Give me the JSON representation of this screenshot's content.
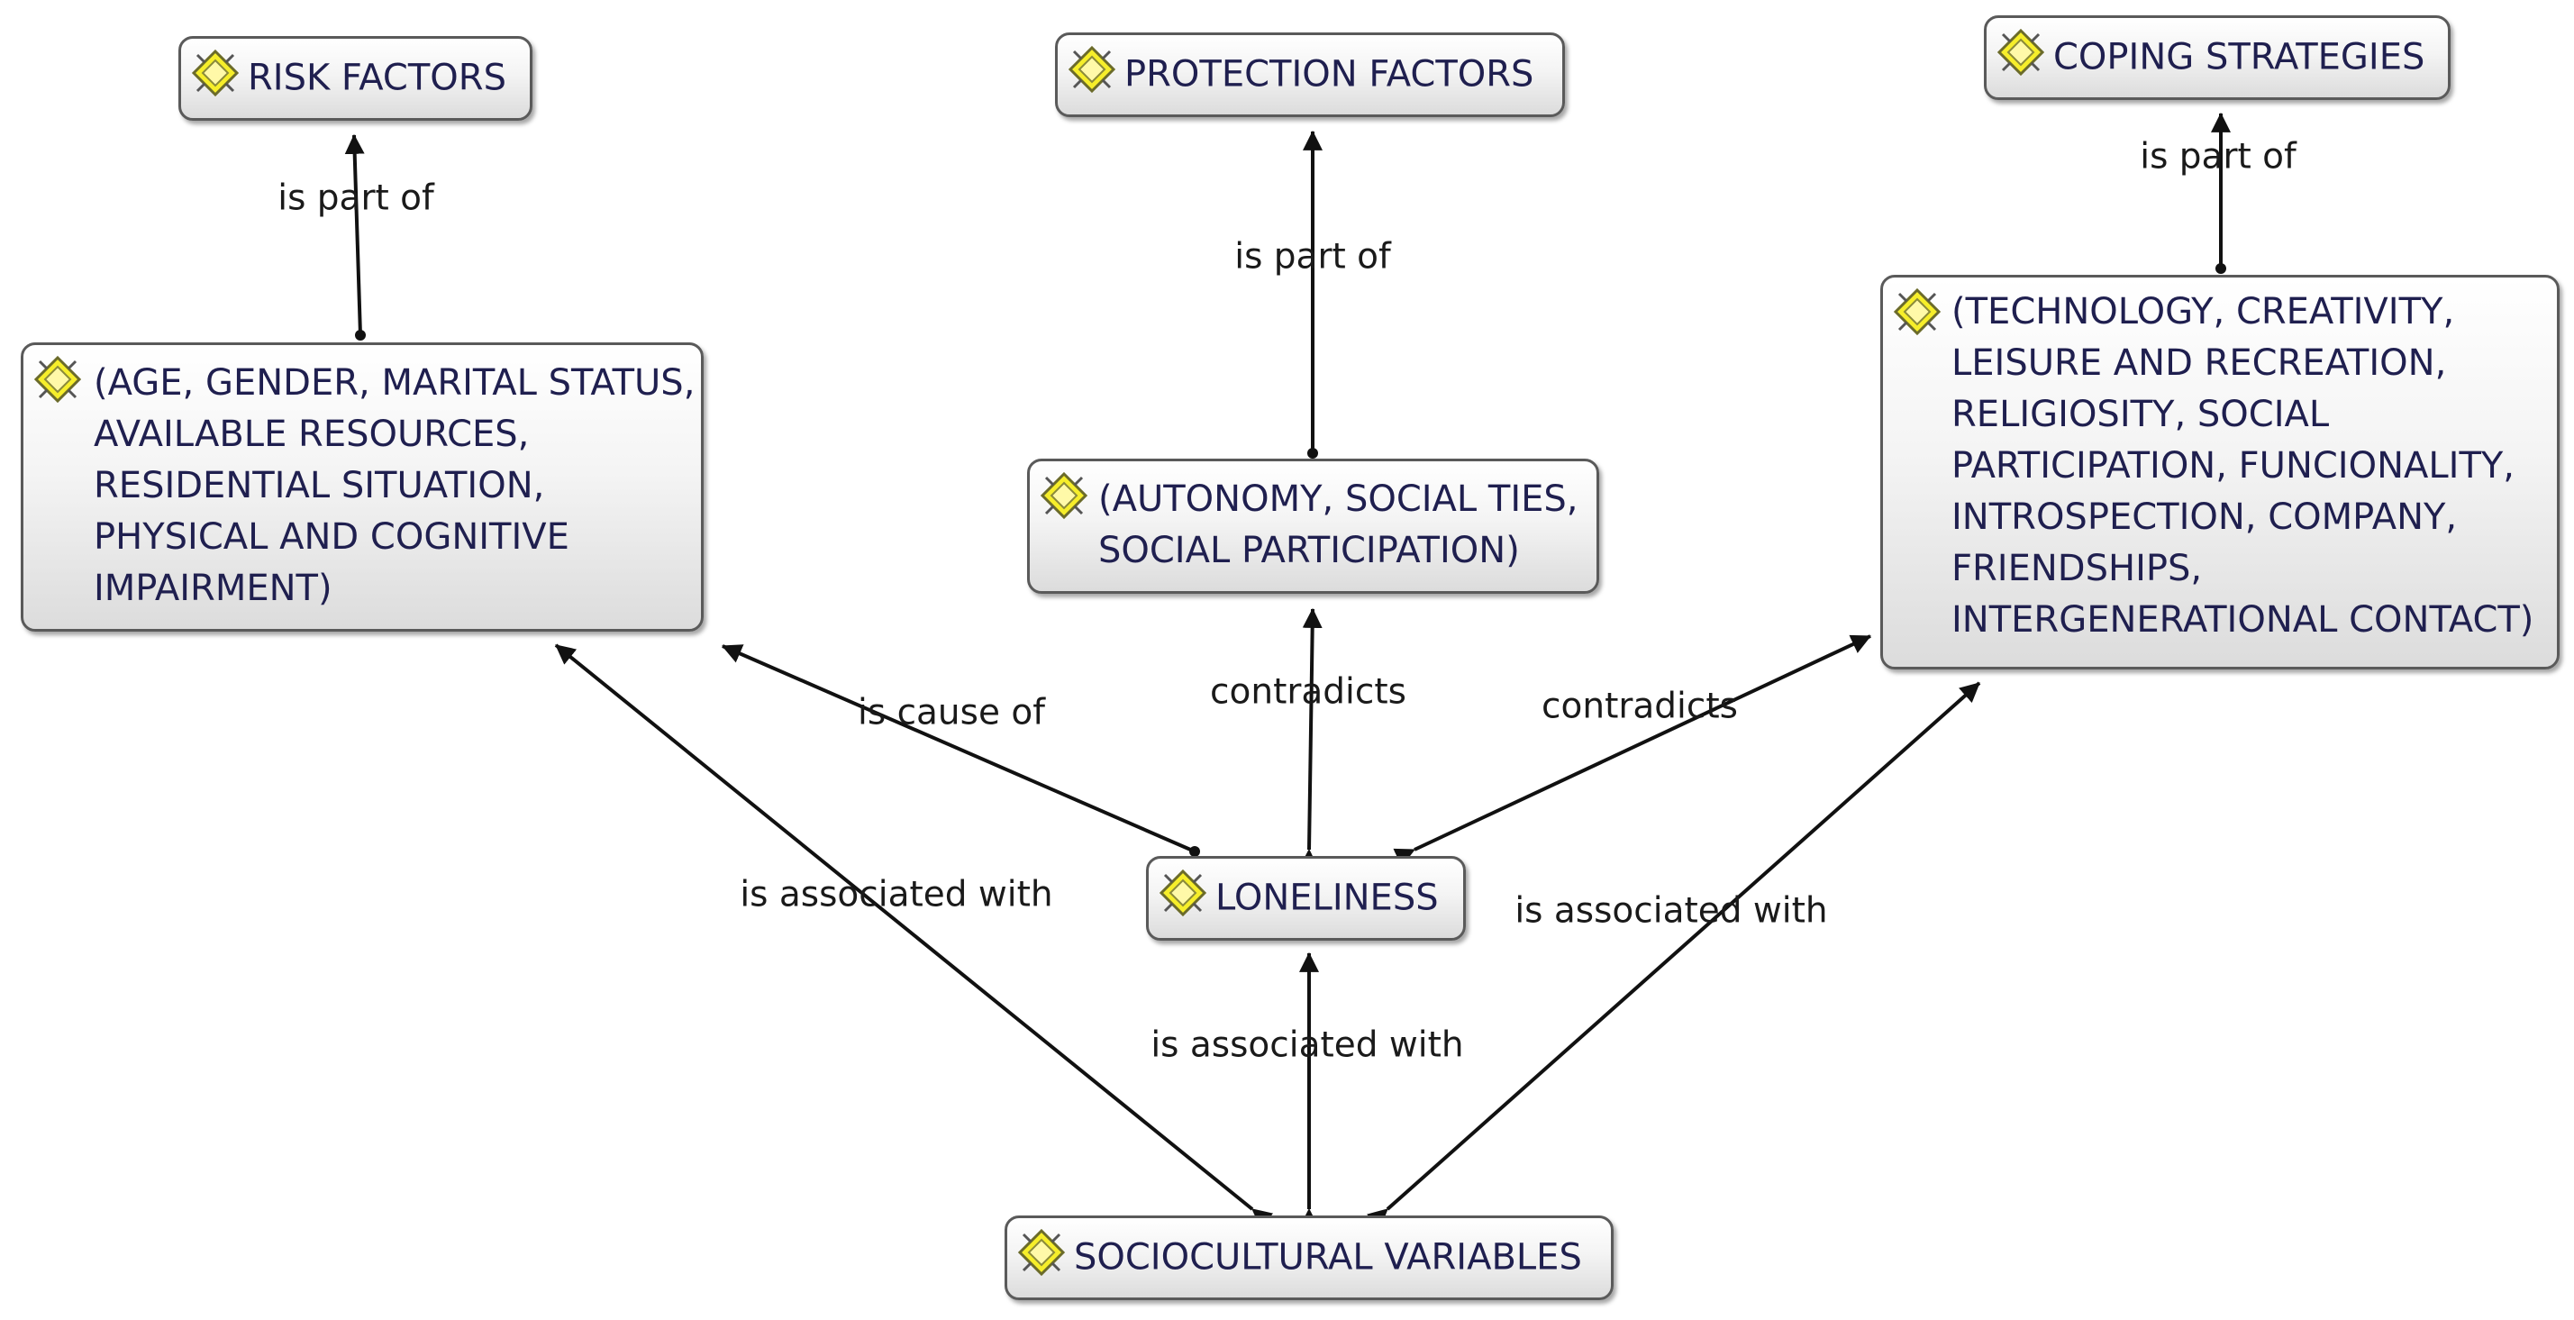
{
  "nodes": {
    "risk_factors": "RISK FACTORS",
    "protection_factors": "PROTECTION FACTORS",
    "coping_strategies": "COPING STRATEGIES",
    "risk_details": "(AGE, GENDER, MARITAL STATUS,\nAVAILABLE RESOURCES,\nRESIDENTIAL SITUATION,\nPHYSICAL AND COGNITIVE\nIMPAIRMENT)",
    "protection_details": "(AUTONOMY, SOCIAL TIES,\nSOCIAL PARTICIPATION)",
    "coping_details": "(TECHNOLOGY, CREATIVITY,\nLEISURE AND RECREATION,\nRELIGIOSITY, SOCIAL\nPARTICIPATION, FUNCIONALITY,\nINTROSPECTION, COMPANY,\nFRIENDSHIPS,\nINTERGENERATIONAL CONTACT)",
    "loneliness": "LONELINESS",
    "sociocultural": "SOCIOCULTURAL VARIABLES"
  },
  "edges": {
    "risk_part_of": "is part of",
    "protection_part_of": "is part of",
    "coping_part_of": "is part of",
    "cause_of": "is cause of",
    "contradicts_protection": "contradicts",
    "contradicts_coping": "contradicts",
    "assoc_risk": "is associated with",
    "assoc_coping": "is associated with",
    "assoc_loneliness": "is associated with"
  },
  "colors": {
    "icon_fill": "#f6ee2a",
    "node_text": "#1f1f4f",
    "edge": "#111111"
  }
}
